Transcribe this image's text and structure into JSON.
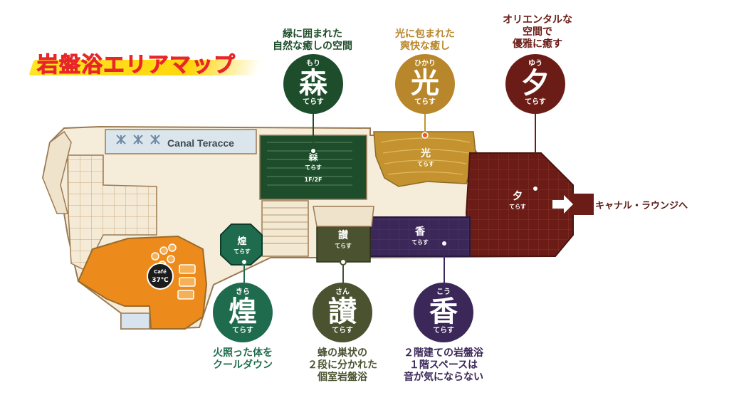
{
  "title": "岩盤浴エリアマップ",
  "canal": "Canal Teracce",
  "lounge": "キャナル・ラウンジへ",
  "cafe": {
    "top": "Café",
    "temp": "37℃"
  },
  "floor_note": "1F/2F",
  "rooms": {
    "mori": {
      "ruby": "もり",
      "kanji": "森",
      "teras": "てらす",
      "desc1": "緑に囲まれた",
      "desc2": "自然な癒しの空間",
      "color": "#1e4d2b"
    },
    "hikari": {
      "ruby": "ひかり",
      "kanji": "光",
      "teras": "てらす",
      "desc1": "光に包まれた",
      "desc2": "爽快な癒し",
      "color": "#b8862b"
    },
    "yu": {
      "ruby": "ゆう",
      "kanji": "夕",
      "teras": "てらす",
      "desc1": "オリエンタルな",
      "desc2": "空間で",
      "desc3": "優雅に癒す",
      "color": "#6b1c16"
    },
    "kira": {
      "ruby": "きら",
      "kanji": "煌",
      "teras": "てらす",
      "desc1": "火照った体を",
      "desc2": "クールダウン",
      "color": "#1f6b4e"
    },
    "san": {
      "ruby": "さん",
      "kanji": "讃",
      "teras": "てらす",
      "desc1": "蜂の巣状の",
      "desc2": "２段に分かれた",
      "desc3": "個室岩盤浴",
      "color": "#4a5230"
    },
    "kou": {
      "ruby": "こう",
      "kanji": "香",
      "teras": "てらす",
      "desc1": "２階建ての岩盤浴",
      "desc2": "１階スペースは",
      "desc3": "音が気にならない",
      "color": "#3b2758"
    }
  }
}
